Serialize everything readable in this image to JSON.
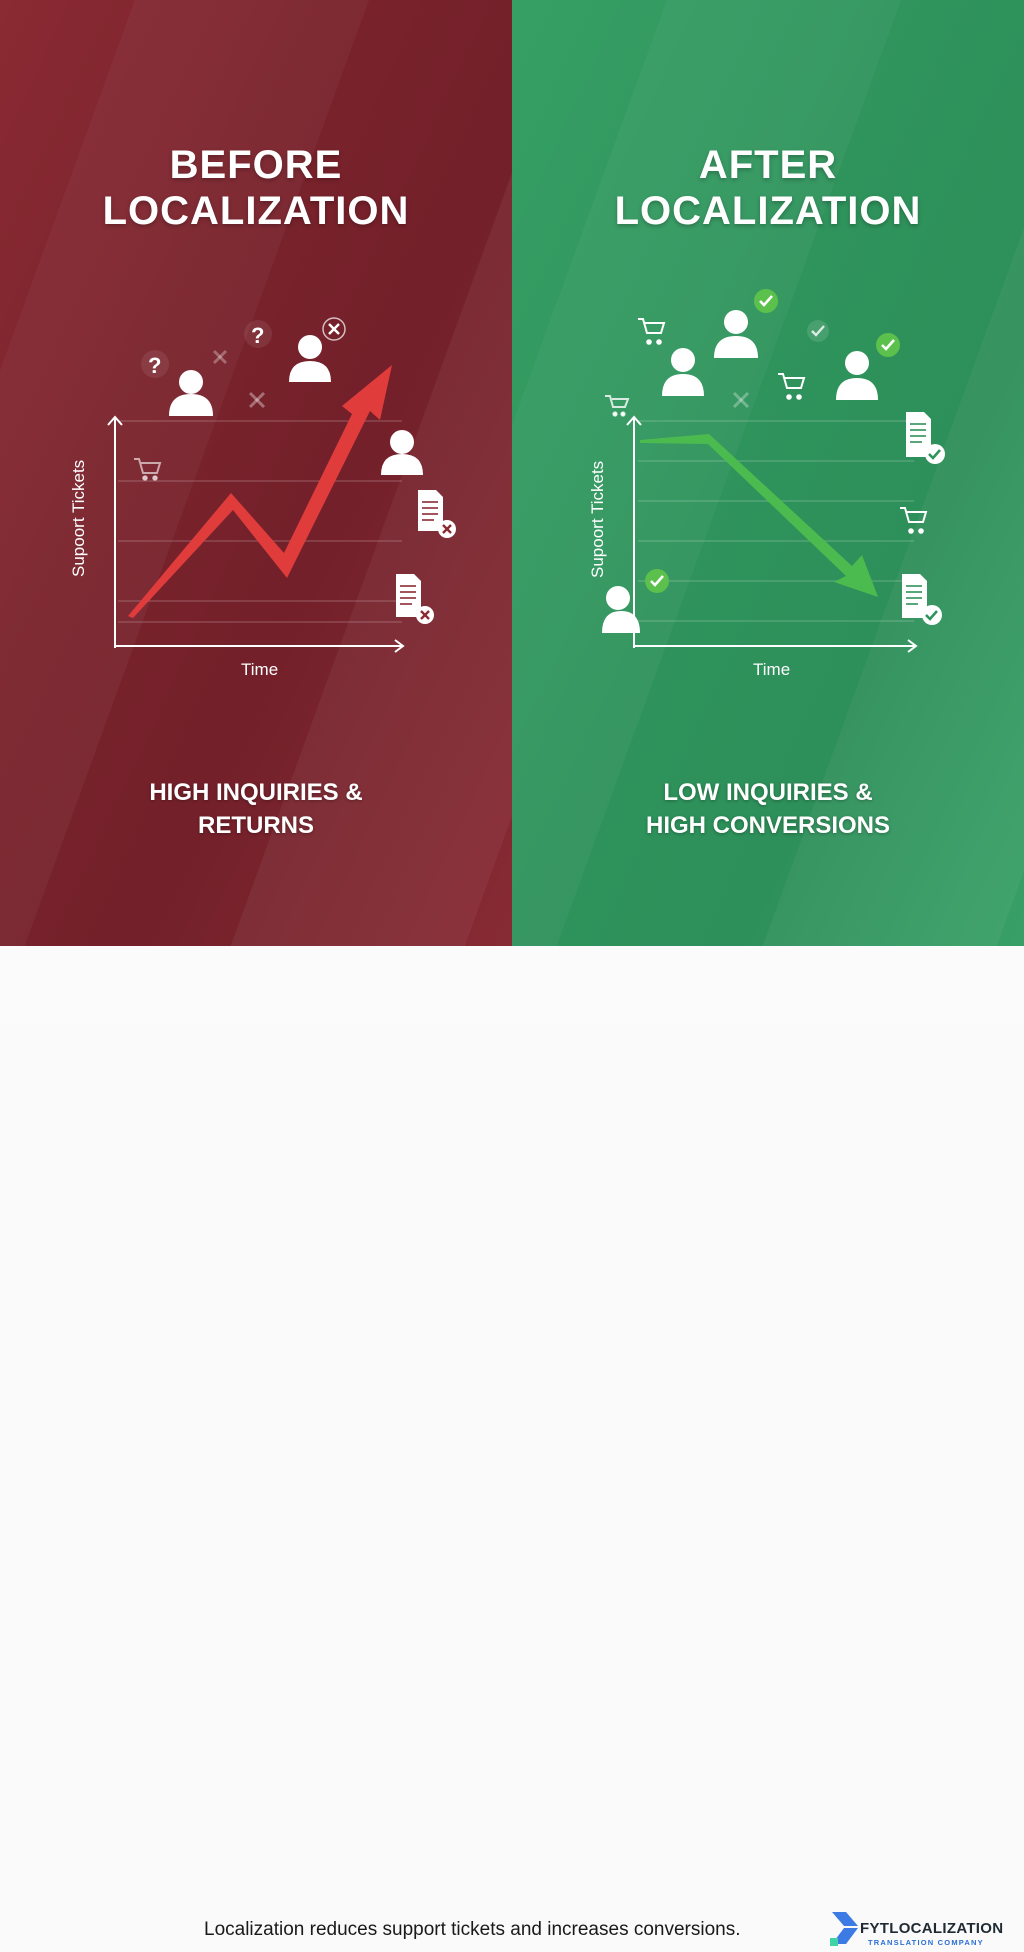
{
  "before": {
    "title_line1": "BEFORE",
    "title_line2": "LOCALIZATION",
    "subtitle_line1": "HIGH INQUIRIES &",
    "subtitle_line2": "RETURNS",
    "y_label": "Supoort Tickets",
    "x_label": "Time",
    "color": "#7a232c",
    "line_color": "#e03c3c"
  },
  "after": {
    "title_line1": "AFTER",
    "title_line2": "LOCALIZATION",
    "subtitle_line1": "LOW INQUIRIES &",
    "subtitle_line2": "HIGH CONVERSIONS",
    "y_label": "Supoort Tickets",
    "x_label": "Time",
    "color": "#2f935c",
    "line_color": "#4cbb4f"
  },
  "footer": {
    "caption": "Localization reduces support tickets and increases conversions.",
    "logo_name": "FYTLOCALIZATION",
    "logo_tagline": "TRANSLATION COMPANY"
  },
  "icons": {
    "before": [
      "question-icon",
      "question-icon",
      "x-icon",
      "x-icon",
      "x-circle-icon",
      "user-icon",
      "user-icon",
      "user-icon",
      "cart-icon",
      "document-x-icon",
      "document-x-icon"
    ],
    "after": [
      "cart-icon",
      "cart-icon",
      "cart-icon",
      "cart-icon",
      "user-icon",
      "user-icon",
      "user-icon",
      "user-icon",
      "check-circle-icon",
      "check-circle-icon",
      "check-circle-icon",
      "check-circle-icon",
      "x-icon",
      "document-check-icon",
      "document-check-icon"
    ]
  },
  "chart_data": [
    {
      "type": "line",
      "title": "BEFORE LOCALIZATION",
      "subtitle": "HIGH INQUIRIES & RETURNS",
      "xlabel": "Time",
      "ylabel": "Supoort Tickets",
      "x": [
        0,
        1,
        2,
        3
      ],
      "values": [
        1,
        5,
        2.5,
        9
      ],
      "trend": "increasing (arrow up)",
      "grid": true,
      "note": "No numeric tick labels; values are relative"
    },
    {
      "type": "line",
      "title": "AFTER LOCALIZATION",
      "subtitle": "LOW INQUIRIES & HIGH CONVERSIONS",
      "xlabel": "Time",
      "ylabel": "Supoort Tickets",
      "x": [
        0,
        1,
        2
      ],
      "values": [
        7,
        7.1,
        1.5
      ],
      "trend": "decreasing (arrow down)",
      "grid": true,
      "note": "No numeric tick labels; values are relative"
    }
  ]
}
